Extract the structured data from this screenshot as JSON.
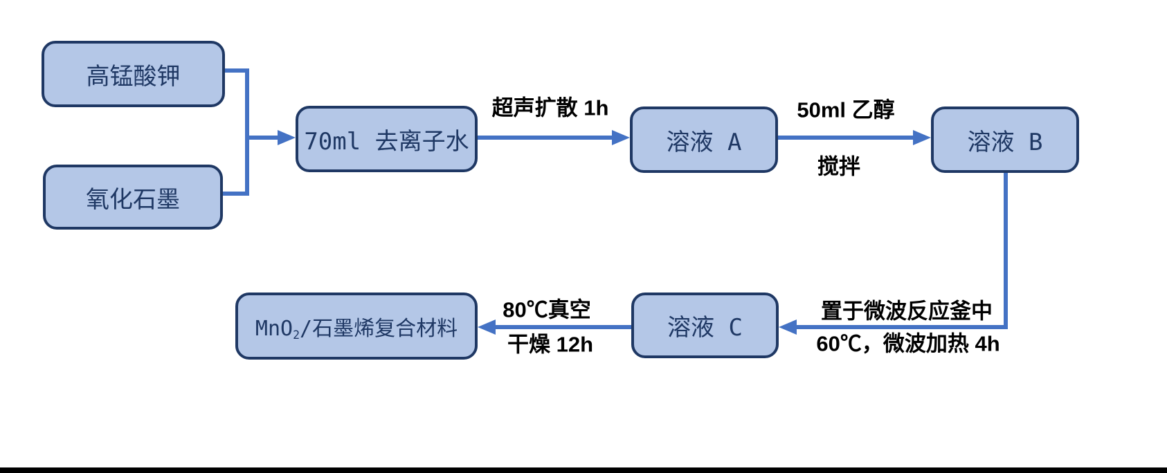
{
  "diagram": {
    "title": "MnO2/graphene composite preparation flowchart",
    "nodes": {
      "kmno4": {
        "label": "高锰酸钾"
      },
      "graphite_oxide": {
        "label": "氧化石墨"
      },
      "deionized_water": {
        "label": "70ml 去离子水"
      },
      "solution_a": {
        "label": "溶液 A"
      },
      "solution_b": {
        "label": "溶液 B"
      },
      "solution_c": {
        "label": "溶液 C"
      },
      "product": {
        "prefix": "MnO",
        "sub": "2",
        "suffix": "/石墨烯复合材料"
      }
    },
    "edge_labels": {
      "ultrasonic": "超声扩散 1h",
      "ethanol": "50ml 乙醇",
      "stir": "搅拌",
      "microwave_line1": "置于微波反应釜中",
      "microwave_line2": "60℃，微波加热 4h",
      "vacuum_line1": "80℃真空",
      "vacuum_line2": "干燥 12h"
    },
    "colors": {
      "node_fill": "#b4c7e7",
      "node_border": "#1f3864",
      "node_text": "#1f3864",
      "arrow": "#4472c4",
      "label_text": "#000000",
      "bottom_bar": "#000000"
    }
  }
}
